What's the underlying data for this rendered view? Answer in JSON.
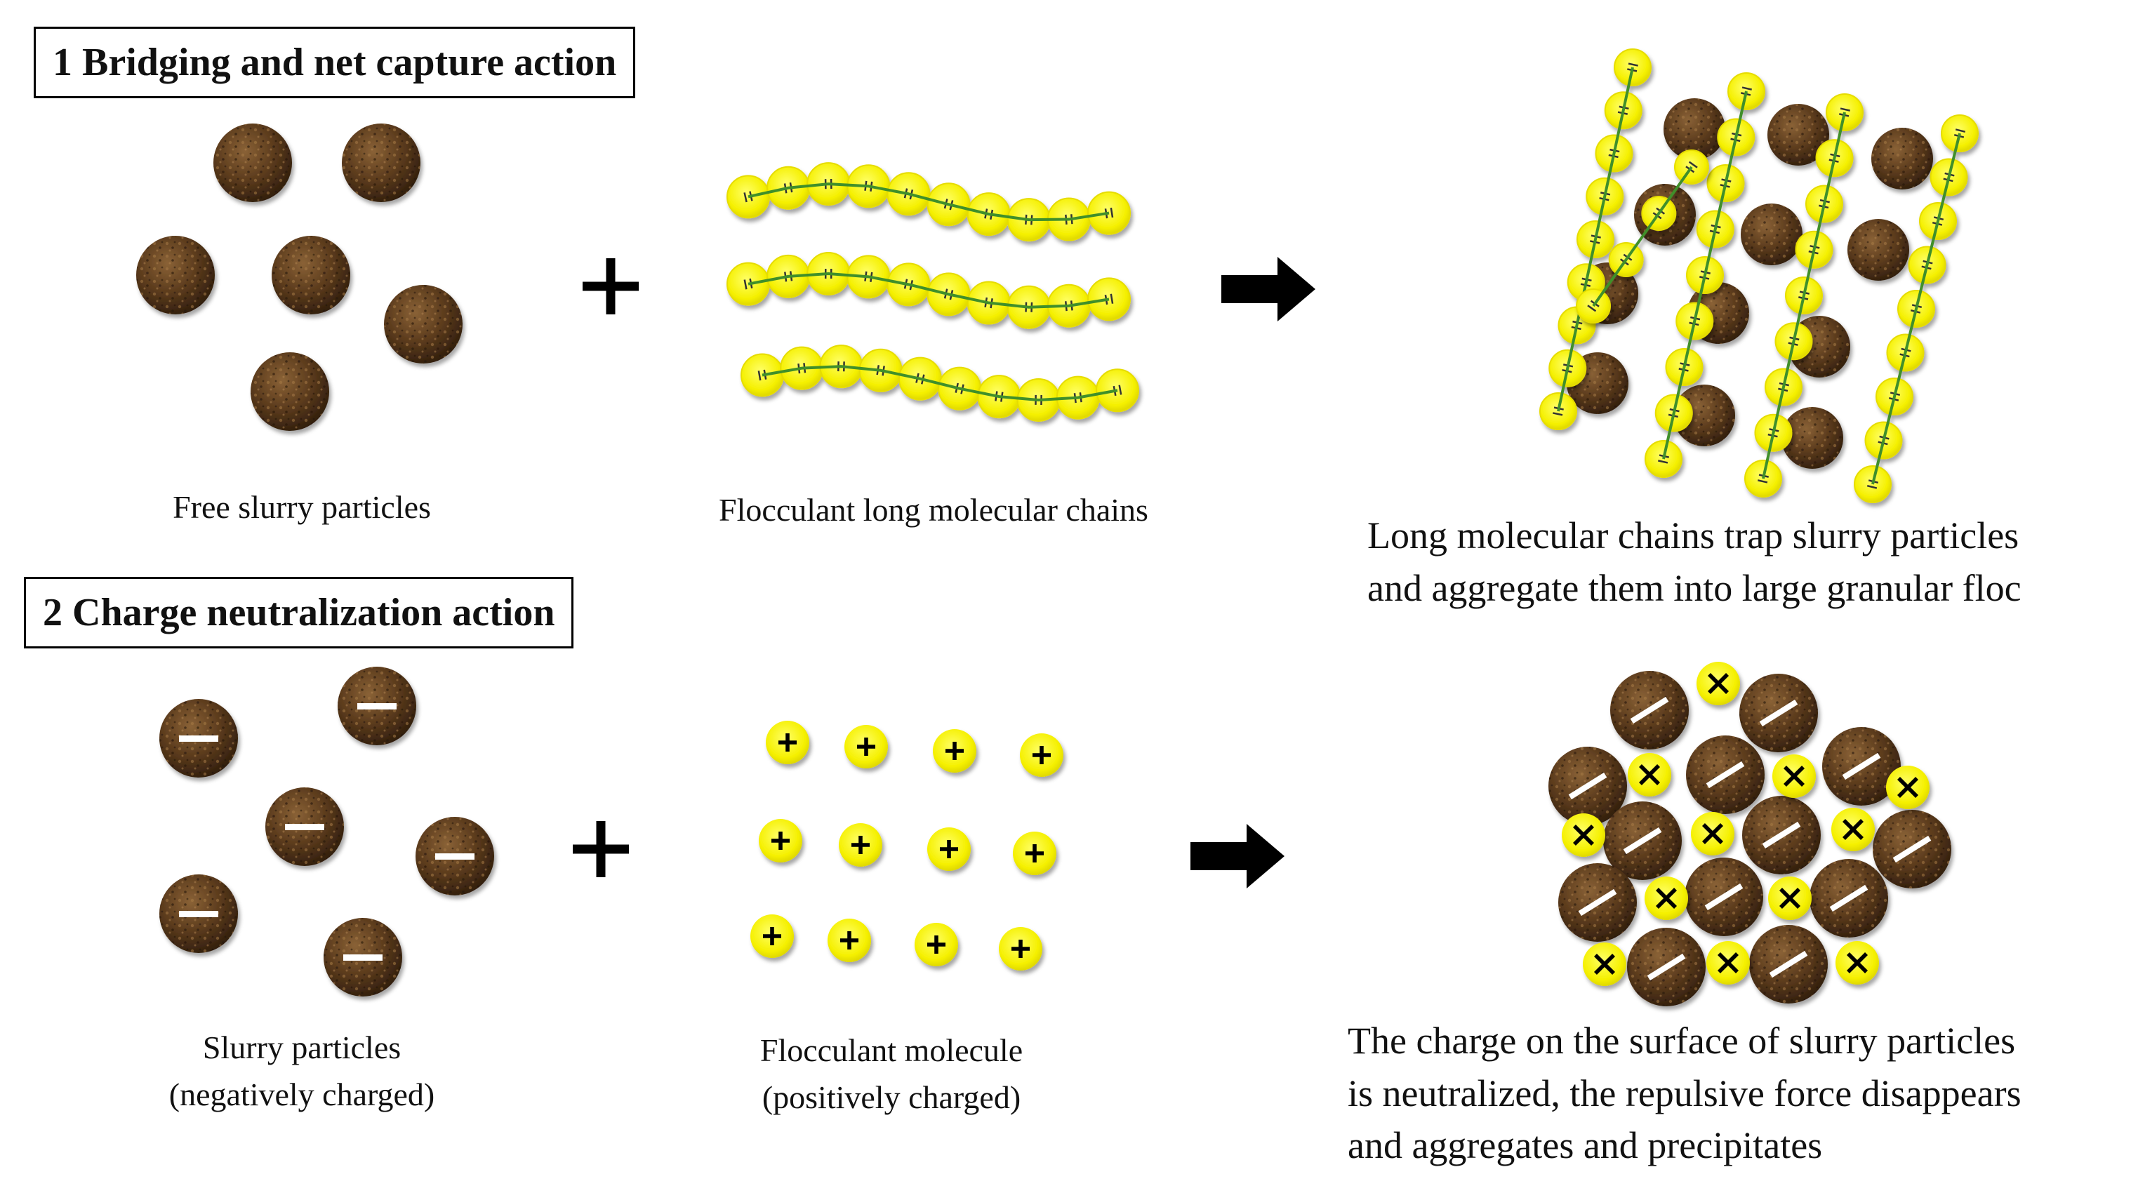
{
  "section1": {
    "title": "1 Bridging and net capture action",
    "free_label": "Free slurry particles",
    "chains_label": "Flocculant long molecular chains",
    "result_line1": "Long molecular chains trap slurry particles",
    "result_line2": "and aggregate them into large granular floc"
  },
  "section2": {
    "title": "2 Charge neutralization action",
    "slurry_line1": "Slurry particles",
    "slurry_line2": "(negatively charged)",
    "floc_line1": "Flocculant molecule",
    "floc_line2": "(positively charged)",
    "result_line1": "The charge on the surface of slurry particles",
    "result_line2": "is neutralized, the repulsive force disappears",
    "result_line3": "and aggregates and precipitates"
  },
  "symbols": {
    "plus": "+",
    "minus": "−"
  },
  "colors": {
    "particle_brown": "#5a3a1c",
    "particle_light": "#8a6236",
    "particle_dark": "#2e1c0c",
    "flocculant_yellow": "#f5f000",
    "chain_green": "#3f8f2a",
    "arrow": "#000000"
  }
}
